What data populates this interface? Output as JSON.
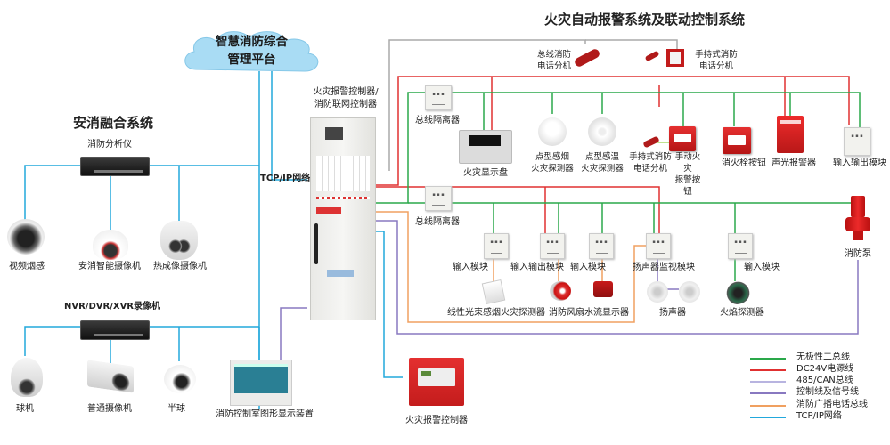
{
  "diagram": {
    "main_title": "火灾自动报警系统及联动控制系统",
    "left_title": "安消融合系统",
    "cloud_platform": "智慧消防综合\n管理平台",
    "network_label": "TCP/IP网络"
  },
  "security_fusion": {
    "analyzer": "消防分析仪",
    "cameras": [
      "视频烟感",
      "安消智能摄像机",
      "热成像摄像机"
    ],
    "recorder": "NVR/DVR/XVR录像机",
    "recorder_cameras": [
      "球机",
      "普通摄像机",
      "半球"
    ],
    "graphic_display": "消防控制室图形显示装置"
  },
  "controller_cabinet": {
    "label": "火灾报警控制器/\n消防联网控制器"
  },
  "fire_alarm_devices": {
    "bus_phone": "总线消防\n电话分机",
    "handheld_phone_top": "手持式消防\n电话分机",
    "isolator_1": "总线隔离器",
    "fire_display_panel": "火灾显示盘",
    "smoke_detector": "点型感烟\n火灾探测器",
    "heat_detector": "点型感温\n火灾探测器",
    "handheld_phone": "手持式消防\n电话分机",
    "manual_alarm_button": "手动火灾\n报警按钮",
    "hydrant_button": "消火栓按钮",
    "sound_light_alarm": "声光报警器",
    "io_module_top": "输入输出模块",
    "isolator_2": "总线隔离器",
    "input_module_1": "输入模块",
    "io_module_2": "输入输出模块",
    "input_module_2": "输入模块",
    "speaker_monitor_module": "扬声器监视模块",
    "input_module_3": "输入模块",
    "beam_smoke_detector": "线性光束感烟火灾探测器",
    "fire_fan": "消防风扇",
    "water_flow_indicator": "水流显示器",
    "speaker": "扬声器",
    "flame_detector": "火焰探测器",
    "fire_pump": "消防泵",
    "fire_alarm_controller": "火灾报警控制器"
  },
  "legend": [
    {
      "label": "无极性二总线",
      "color": "#2aa84a"
    },
    {
      "label": "DC24V电源线",
      "color": "#e03030"
    },
    {
      "label": "485/CAN总线",
      "color": "#b8b4e0"
    },
    {
      "label": "控制线及信号线",
      "color": "#8878c0"
    },
    {
      "label": "消防广播电话总线",
      "color": "#f0a060"
    },
    {
      "label": "TCP/IP网络",
      "color": "#22a8dc"
    }
  ]
}
